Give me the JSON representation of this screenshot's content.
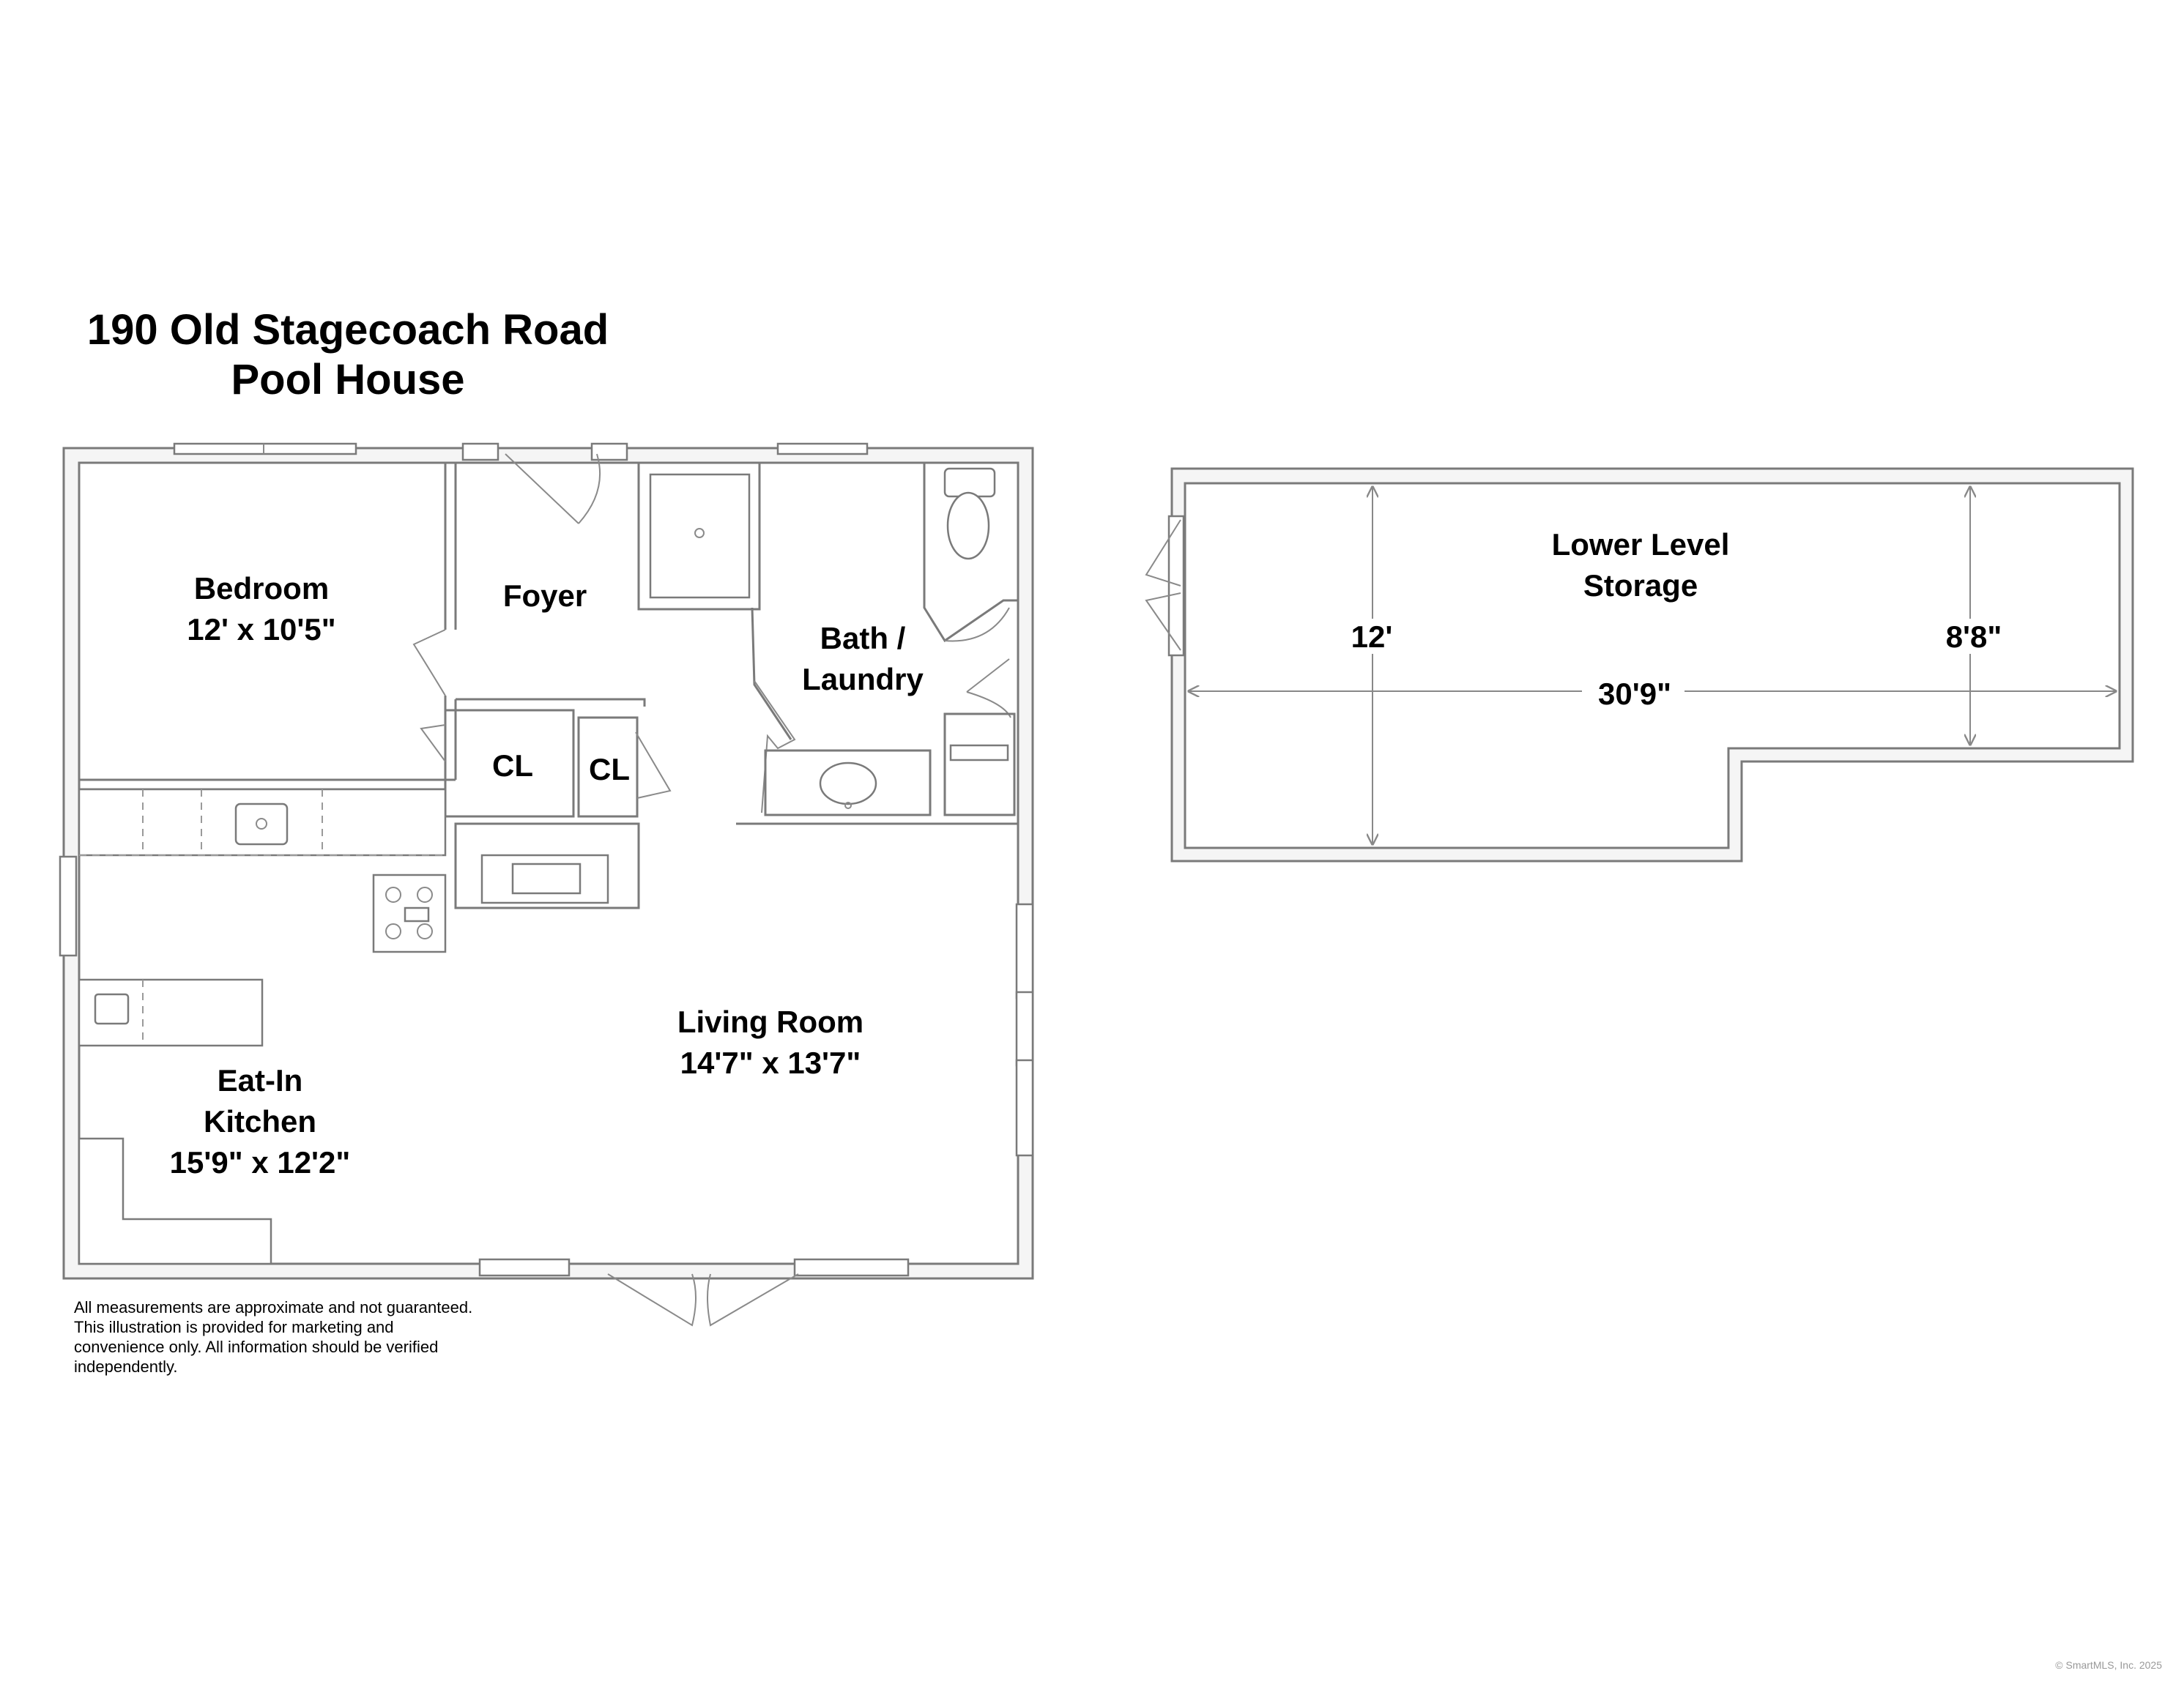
{
  "title": {
    "line1": "190 Old Stagecoach Road",
    "line2": "Pool House"
  },
  "rooms": {
    "bedroom": {
      "name": "Bedroom",
      "dims": "12' x 10'5\""
    },
    "foyer": {
      "name": "Foyer"
    },
    "bath": {
      "name_line1": "Bath /",
      "name_line2": "Laundry"
    },
    "closet1": {
      "name": "CL"
    },
    "closet2": {
      "name": "CL"
    },
    "living": {
      "name": "Living Room",
      "dims": "14'7\" x 13'7\""
    },
    "kitchen": {
      "name_line1": "Eat-In",
      "name_line2": "Kitchen",
      "dims": "15'9\" x 12'2\""
    }
  },
  "storage": {
    "name_line1": "Lower Level",
    "name_line2": "Storage",
    "dim_height_left": "12'",
    "dim_height_right": "8'8\"",
    "dim_width": "30'9\""
  },
  "disclaimer": "All measurements are approximate and not guaranteed. This illustration is provided for marketing and convenience only. All information should be verified independently.",
  "credit": "© SmartMLS, Inc. 2025"
}
